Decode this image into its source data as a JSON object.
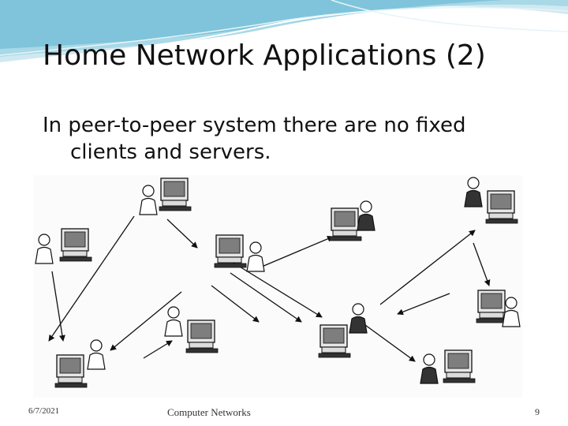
{
  "slide": {
    "title": "Home Network Applications (2)",
    "body_line1": "In  peer-to-peer system there are no fixed",
    "body_line2": "clients and servers."
  },
  "footer": {
    "date": "6/7/2021",
    "course": "Computer Networks",
    "page": "9"
  },
  "colors": {
    "accent_wave": "#7fc4da",
    "wave_light": "#cfe9f1",
    "text": "#111111"
  }
}
